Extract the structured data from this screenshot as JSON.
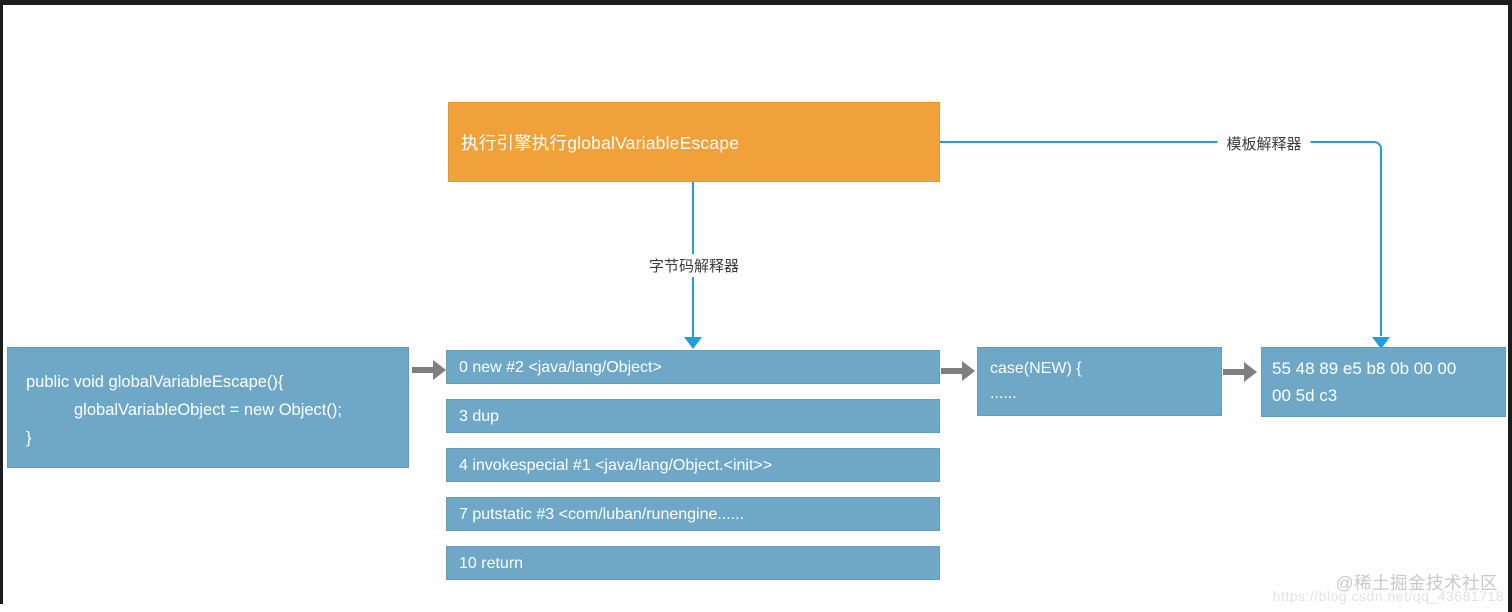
{
  "diagram": {
    "engine_box": {
      "label": "执行引擎执行globalVariableEscape"
    },
    "connectors": {
      "bytecode_interpreter_label": "字节码解释器",
      "template_interpreter_label": "模板解释器"
    },
    "source_box": {
      "line1": "public void globalVariableEscape(){",
      "line2": "globalVariableObject = new Object();",
      "line3": "}"
    },
    "bytecode_rows": [
      "0 new #2 <java/lang/Object>",
      "3 dup",
      "4 invokespecial #1 <java/lang/Object.<init>>",
      "7 putstatic #3 <com/luban/runengine......",
      "10 return"
    ],
    "case_box": {
      "line1": "case(NEW) {",
      "line2": "......"
    },
    "machine_code_box": {
      "line1": "55 48 89 e5 b8 0b 00 00",
      "line2": "00 5d c3"
    },
    "colors": {
      "orange": "#f0a139",
      "box_blue": "#6fa7c7",
      "arrow_blue": "#1f9ed9",
      "arrow_gray": "#7f7f7f"
    }
  },
  "watermark": {
    "community": "@稀土掘金技术社区",
    "url": "https://blog.csdn.net/qq_43681718"
  }
}
